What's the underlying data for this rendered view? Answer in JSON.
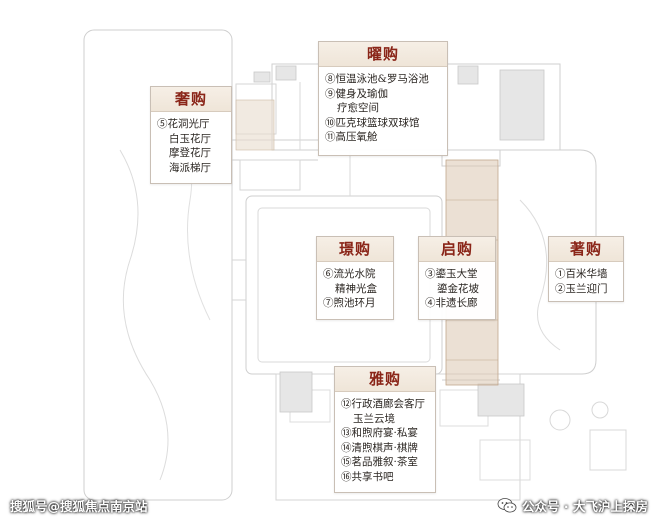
{
  "zones": {
    "yao": {
      "title": "曜购",
      "items": [
        "⑧恒温泳池&罗马浴池",
        "⑨健身及瑜伽",
        "疗愈空间",
        "⑩匹克球篮球双球馆",
        "⑪高压氧舱"
      ]
    },
    "she": {
      "title": "奢购",
      "items": [
        "⑤花洞光厅",
        "白玉花厅",
        "摩登花厅",
        "海派梯厅"
      ]
    },
    "jing": {
      "title": "璟购",
      "items": [
        "⑥流光水院",
        "精神光盒",
        "⑦煦池环月"
      ]
    },
    "qi": {
      "title": "启购",
      "items": [
        "③鎏玉大堂",
        "鎏金花坡",
        "④非遗长廊"
      ]
    },
    "zhu": {
      "title": "著购",
      "items": [
        "①百米华墙",
        "②玉兰迎门"
      ]
    },
    "ya": {
      "title": "雅购",
      "items": [
        "⑫行政酒廊会客厅",
        "玉兰云境",
        "⑬和煦府宴·私宴",
        "⑭清煦棋声·棋牌",
        "⑮茗品雅叙·茶室",
        "⑯共享书吧"
      ]
    }
  },
  "watermarks": {
    "left": "搜狐号@搜狐焦点南京站",
    "right": "公众号 · 大飞沪上探房",
    "right_icon": "wechat-icon"
  },
  "colors": {
    "heading": "#8a2518",
    "plan_line": "#c8c8c8",
    "highlight": "#d9c4ad"
  }
}
